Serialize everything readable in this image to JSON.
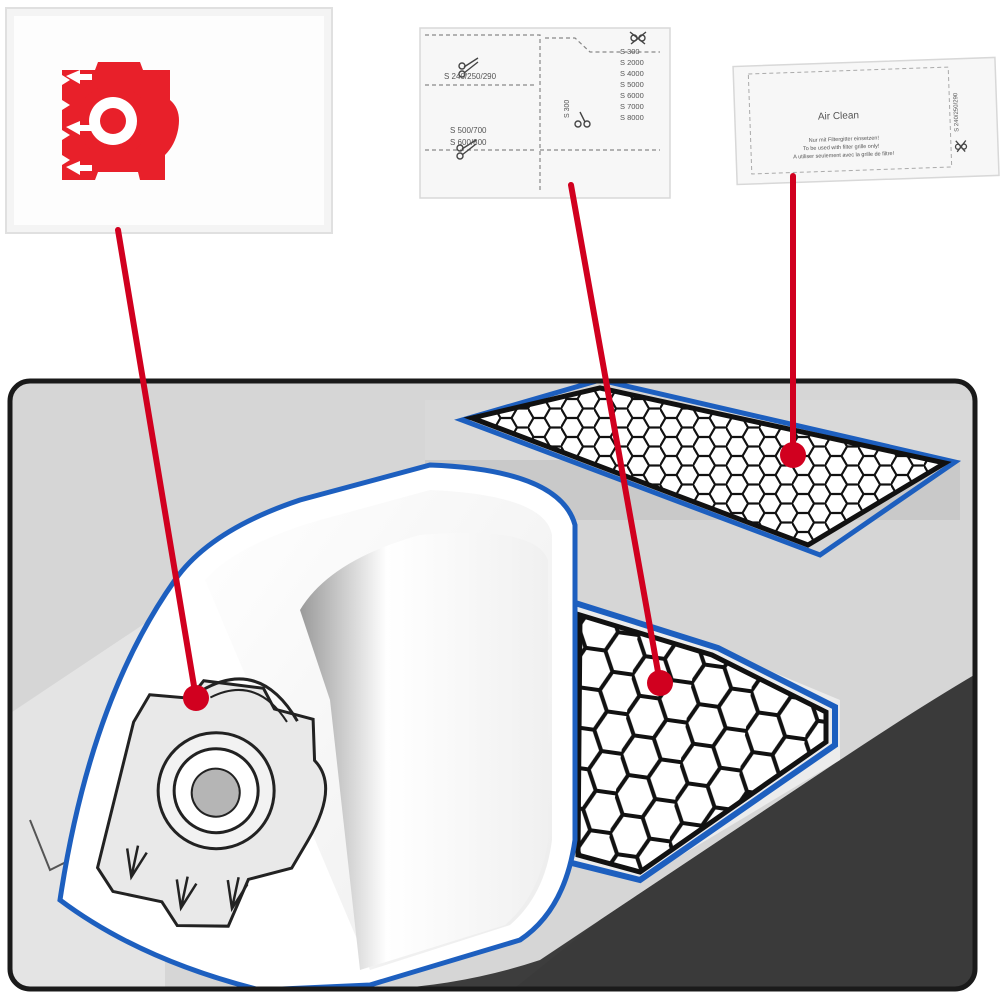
{
  "colors": {
    "pointer": "#d1001f",
    "outline_blue": "#1d5fbf",
    "bag_logo_red": "#e8202a",
    "cavity_dark": "#3d3d3d",
    "housing_gray": "#d6d6d6"
  },
  "products": {
    "bag": {
      "name": "dust-bag"
    },
    "motor_filter": {
      "name": "motor-protection-filter",
      "labels": [
        "S 240/250/290",
        "S 500/700",
        "S 600/800"
      ],
      "models_col": [
        "S 300",
        "S 2000",
        "S 4000",
        "S 5000",
        "S 6000",
        "S 7000",
        "S 8000"
      ],
      "side_label": "S 300"
    },
    "air_clean": {
      "name": "air-clean-filter",
      "title": "Air Clean",
      "side_code": "S 240/250/290",
      "lines": [
        "Nur mit Filtergitter einsetzen!",
        "To be used with filter grille only!",
        "A utiliser seulement avec la grille de filtre!"
      ]
    }
  },
  "icons": [
    "scissors-icon",
    "arrow-icon"
  ]
}
